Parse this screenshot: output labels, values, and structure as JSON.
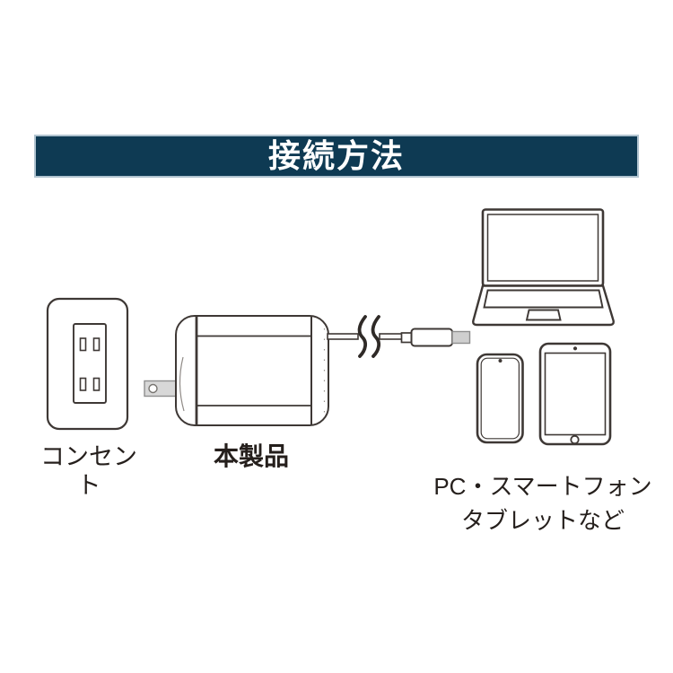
{
  "banner": {
    "title": "接続方法",
    "background_color": "#0e3a53",
    "border_color": "#b0c3cf",
    "text_color": "#ffffff"
  },
  "labels": {
    "outlet": "コンセント",
    "product": "本製品",
    "devices_line1": "PC・スマートフォン",
    "devices_line2": "タブレットなど"
  },
  "illustration": {
    "line_color": "#3e3835",
    "grey_fill": "#d8d8d8",
    "connector_tip_fill": "#cfcfcf",
    "icons": [
      "wall-outlet-icon",
      "power-adapter-icon",
      "cable-break-marks-icon",
      "usb-connector-icon",
      "laptop-icon",
      "smartphone-icon",
      "tablet-icon"
    ]
  }
}
